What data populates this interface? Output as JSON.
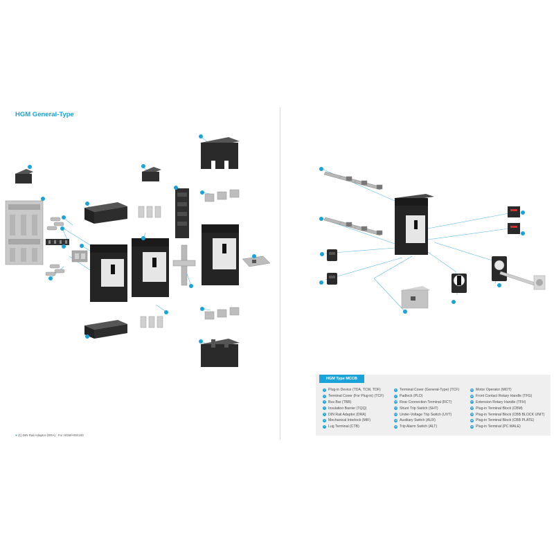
{
  "left_page": {
    "title": "HGM General-Type",
    "footnote": "(1) DIN Rail Adaptor (DRA) : For HGM/HGE100"
  },
  "right_page": {
    "legend": {
      "title": "HGM Type MCCB",
      "columns": [
        [
          {
            "num": "1",
            "label": "Plug-in Device (TDA, TCM, TDF)"
          },
          {
            "num": "2",
            "label": "Terminal Cover (For Plug-in) (TCF)"
          },
          {
            "num": "3",
            "label": "Bus Bar (TBB)"
          },
          {
            "num": "4",
            "label": "Insulation Barrier (TQQ)"
          },
          {
            "num": "5",
            "label": "DIN Rail Adaptor (DRA)"
          },
          {
            "num": "6",
            "label": "Mechanical Interlock (MIF)"
          },
          {
            "num": "7",
            "label": "Lug Terminal (CTB)"
          }
        ],
        [
          {
            "num": "8",
            "label": "Terminal Cover (General-Type) (TCF)"
          },
          {
            "num": "9",
            "label": "Padlock (PLD)"
          },
          {
            "num": "10",
            "label": "Rear Connection Terminal (RCT)"
          },
          {
            "num": "11",
            "label": "Shunt Trip Switch (SHT)"
          },
          {
            "num": "12",
            "label": "Under-Voltage Trip Switch (UVT)"
          },
          {
            "num": "13",
            "label": "Auxiliary Switch (AUX)"
          },
          {
            "num": "14",
            "label": "Trip Alarm Switch (ALT)"
          }
        ],
        [
          {
            "num": "15",
            "label": "Motor Operator (MOT)"
          },
          {
            "num": "16",
            "label": "Front Contact Rotary Handle (TFG)"
          },
          {
            "num": "17",
            "label": "Extension Rotary Handle (TFH)"
          },
          {
            "num": "18",
            "label": "Plug-in Terminal Block (CBM)"
          },
          {
            "num": "19",
            "label": "Plug-in Terminal Block (CBB BLOCK UNIT)"
          },
          {
            "num": "20",
            "label": "Plug-in Terminal Block (CBB PLATE)"
          },
          {
            "num": "21",
            "label": "Plug-in Terminal (PC MALE)"
          }
        ]
      ]
    }
  },
  "colors": {
    "accent": "#1aa3d8",
    "breaker_body": "#2a2a2a",
    "label_panel": "#e6e6e6",
    "legend_bg": "#efefef"
  }
}
